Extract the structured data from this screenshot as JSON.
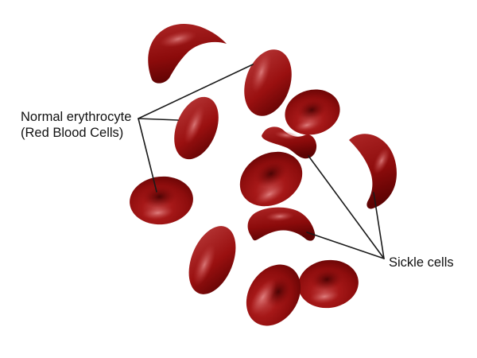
{
  "diagram": {
    "background_color": "#ffffff",
    "pointer_line_color": "#1a1a1a",
    "cell_body_color": "#9a1010",
    "cell_shadow_color": "#570101",
    "cell_highlight_color": "#c24848",
    "labels": {
      "normal_line1": "Normal erythrocyte",
      "normal_line2": "(Red Blood Cells)",
      "sickle": "Sickle cells"
    },
    "cells": {
      "normal_erythrocyte_count": 8,
      "sickle_cell_count": 4
    }
  }
}
